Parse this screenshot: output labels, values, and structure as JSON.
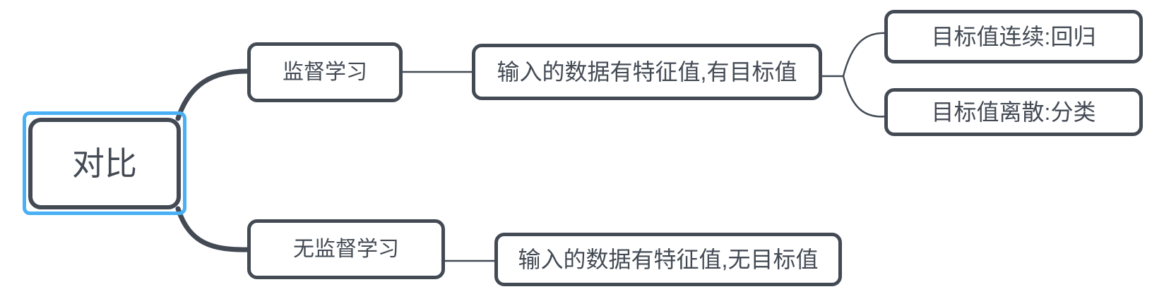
{
  "diagram": {
    "type": "mind-map",
    "title_node": "对比",
    "colors": {
      "node_border": "#434a54",
      "node_fill": "#ffffff",
      "text": "#434a54",
      "selection": "#4ab0f5",
      "edge_thick": "#434a54",
      "edge_thin": "#434a54",
      "background": "#ffffff"
    },
    "nodes": {
      "root": {
        "label": "对比",
        "level": 1,
        "selected": true
      },
      "supervised": {
        "label": "监督学习",
        "level": 2
      },
      "supervised_desc": {
        "label": "输入的数据有特征值,有目标值",
        "level": 3
      },
      "regression": {
        "label": "目标值连续:回归",
        "level": 4
      },
      "classification": {
        "label": "目标值离散:分类",
        "level": 4
      },
      "unsupervised": {
        "label": "无监督学习",
        "level": 2
      },
      "unsupervised_desc": {
        "label": "输入的数据有特征值,无目标值",
        "level": 3
      }
    },
    "edges": [
      {
        "from": "root",
        "to": "supervised",
        "style": "thick-curve"
      },
      {
        "from": "supervised",
        "to": "supervised_desc",
        "style": "thin-straight"
      },
      {
        "from": "supervised_desc",
        "to": "regression",
        "style": "thin-curve"
      },
      {
        "from": "supervised_desc",
        "to": "classification",
        "style": "thin-curve"
      },
      {
        "from": "root",
        "to": "unsupervised",
        "style": "thick-curve"
      },
      {
        "from": "unsupervised",
        "to": "unsupervised_desc",
        "style": "thin-straight"
      }
    ]
  }
}
